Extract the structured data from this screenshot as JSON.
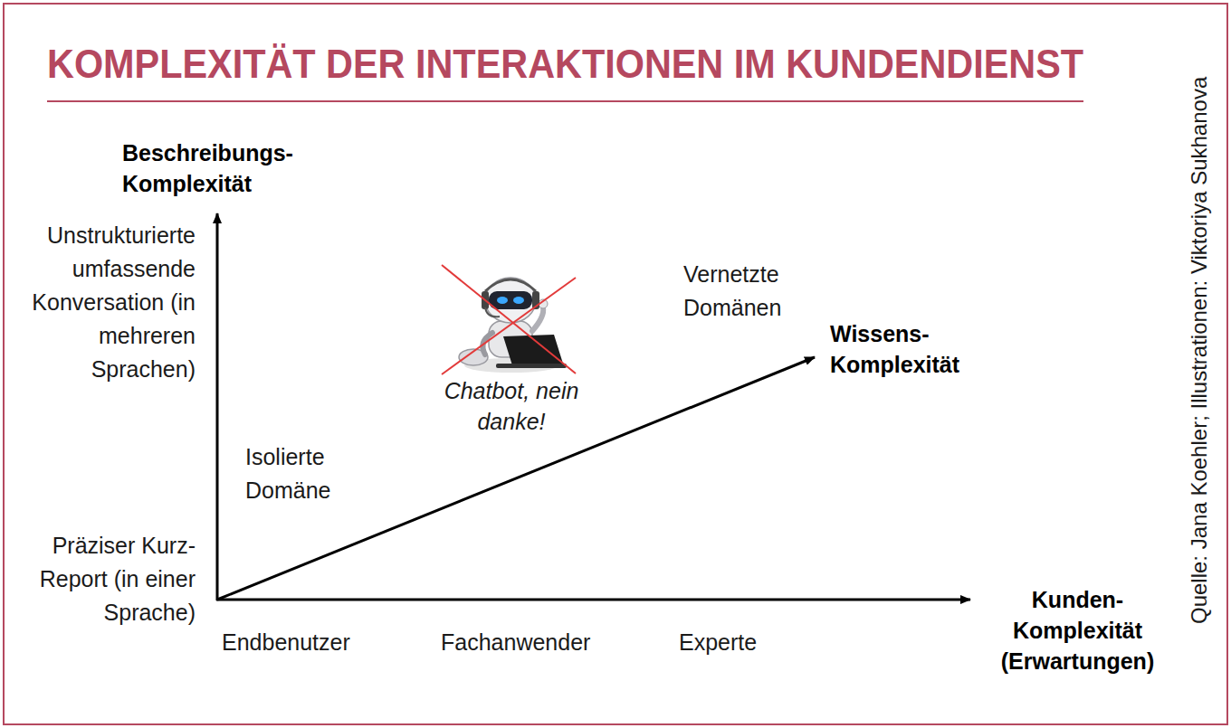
{
  "diagram": {
    "title": "KOMPLEXITÄT DER INTERAKTIONEN IM KUNDENDIENST",
    "labels": [
      "Beschreibungs- Komplexität",
      "Unstrukturierte umfassende Konversation (in mehreren Sprachen)",
      "Präziser Kurz-Report (in einer Sprache)",
      "Isolierte Domäne",
      "Chatbot, nein danke!",
      "Vernetzte Domänen",
      "Wissens- Komplexität",
      "Kunden- Komplexität (Erwartungen)",
      "Endbenutzer",
      "Fachanwender",
      "Experte",
      "Quelle: Jana Koehler; Illustrationen: Viktoriya Sukhanova"
    ]
  }
}
